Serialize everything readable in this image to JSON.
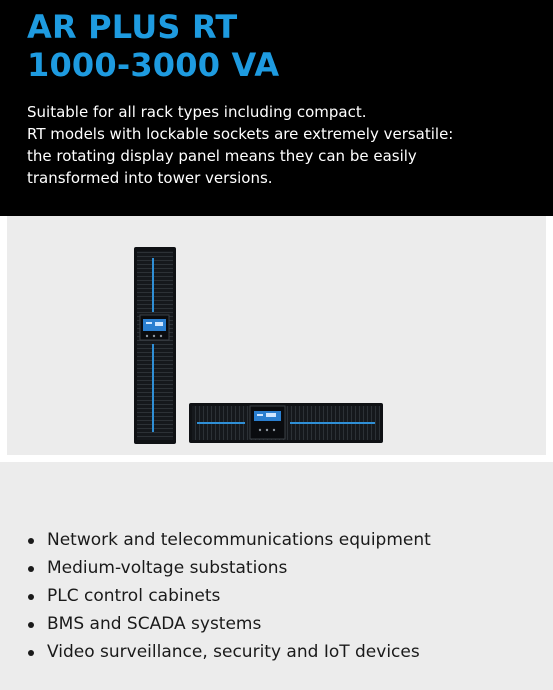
{
  "header": {
    "title_line1": "AR PLUS RT",
    "title_line2": "1000-3000 VA",
    "description": [
      "Suitable for all rack types including compact.",
      "RT models with lockable sockets are extremely versatile:",
      "the rotating display panel means they can be easily",
      "transformed into tower versions."
    ]
  },
  "product_image": {
    "display_text": "\u0000"
  },
  "applications": [
    "Network and telecommunications equipment",
    "Medium-voltage substations",
    "PLC control cabinets",
    "BMS and SCADA systems",
    "Video surveillance, security and IoT devices"
  ],
  "colors": {
    "title": "#1e9be0",
    "header_background": "#000000",
    "panel_background": "#ececec",
    "accent_led": "#2f8fd6"
  }
}
